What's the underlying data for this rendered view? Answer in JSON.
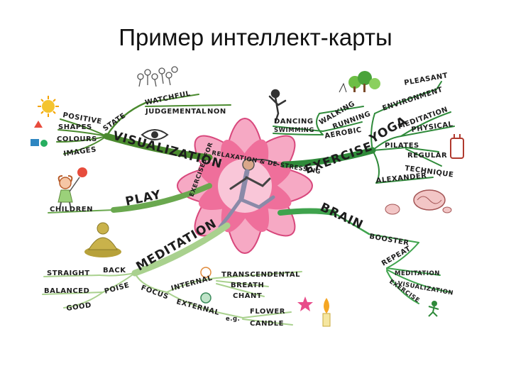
{
  "title": "Пример интеллект-карты",
  "center": {
    "ring_top": "RELAXATION & DE-STRESSING",
    "ring_left": "EXERCISES FOR"
  },
  "branches": {
    "visualization": {
      "label": "VISUALIZATION",
      "state": "STATE",
      "watchful": "WATCHFUL",
      "judgemental": "JUDGEMENTAL",
      "non": "NON",
      "positive": "POSITIVE",
      "shapes": "SHAPES",
      "colours": "COLOURS",
      "images": "IMAGES"
    },
    "play": {
      "label": "PLAY",
      "children": "CHILDREN"
    },
    "meditation": {
      "label": "MEDITATION",
      "back": "BACK",
      "straight": "STRAIGHT",
      "poise": "POISE",
      "balanced": "BALANCED",
      "good": "GOOD",
      "focus": "FOCUS",
      "internal": "INTERNAL",
      "transcendental": "TRANSCENDENTAL",
      "breath": "BREATH",
      "chant": "CHANT",
      "external": "EXTERNAL",
      "eg": "e.g.",
      "flower": "FLOWER",
      "candle": "CANDLE"
    },
    "exercise": {
      "label": "EXERCISE",
      "aerobic": "AEROBIC",
      "walking": "WALKING",
      "running": "RUNNING",
      "dancing": "DANCING",
      "swimming": "SWIMMING",
      "environment": "ENVIRONMENT",
      "pleasant": "PLEASANT",
      "yoga": "YOGA",
      "meditation": "MEDITATION",
      "physical": "PHYSICAL",
      "pilates": "PILATES",
      "regular": "REGULAR",
      "technique": "TECHNIQUE",
      "alexander": "ALEXANDER"
    },
    "brain": {
      "label": "BRAIN",
      "booster": "BOOSTER",
      "repeat": "REPEAT",
      "meditation": "MEDITATION",
      "visualization": "VISUALIZATION",
      "exercise": "EXERCISE"
    }
  },
  "colors": {
    "visualization": "#4a8a2e",
    "play": "#6aa84f",
    "meditation": "#a9d18e",
    "exercise": "#2f8a3a",
    "brain": "#3fa34d",
    "flower": "#e8588a",
    "flower_light": "#f7b3cb"
  }
}
